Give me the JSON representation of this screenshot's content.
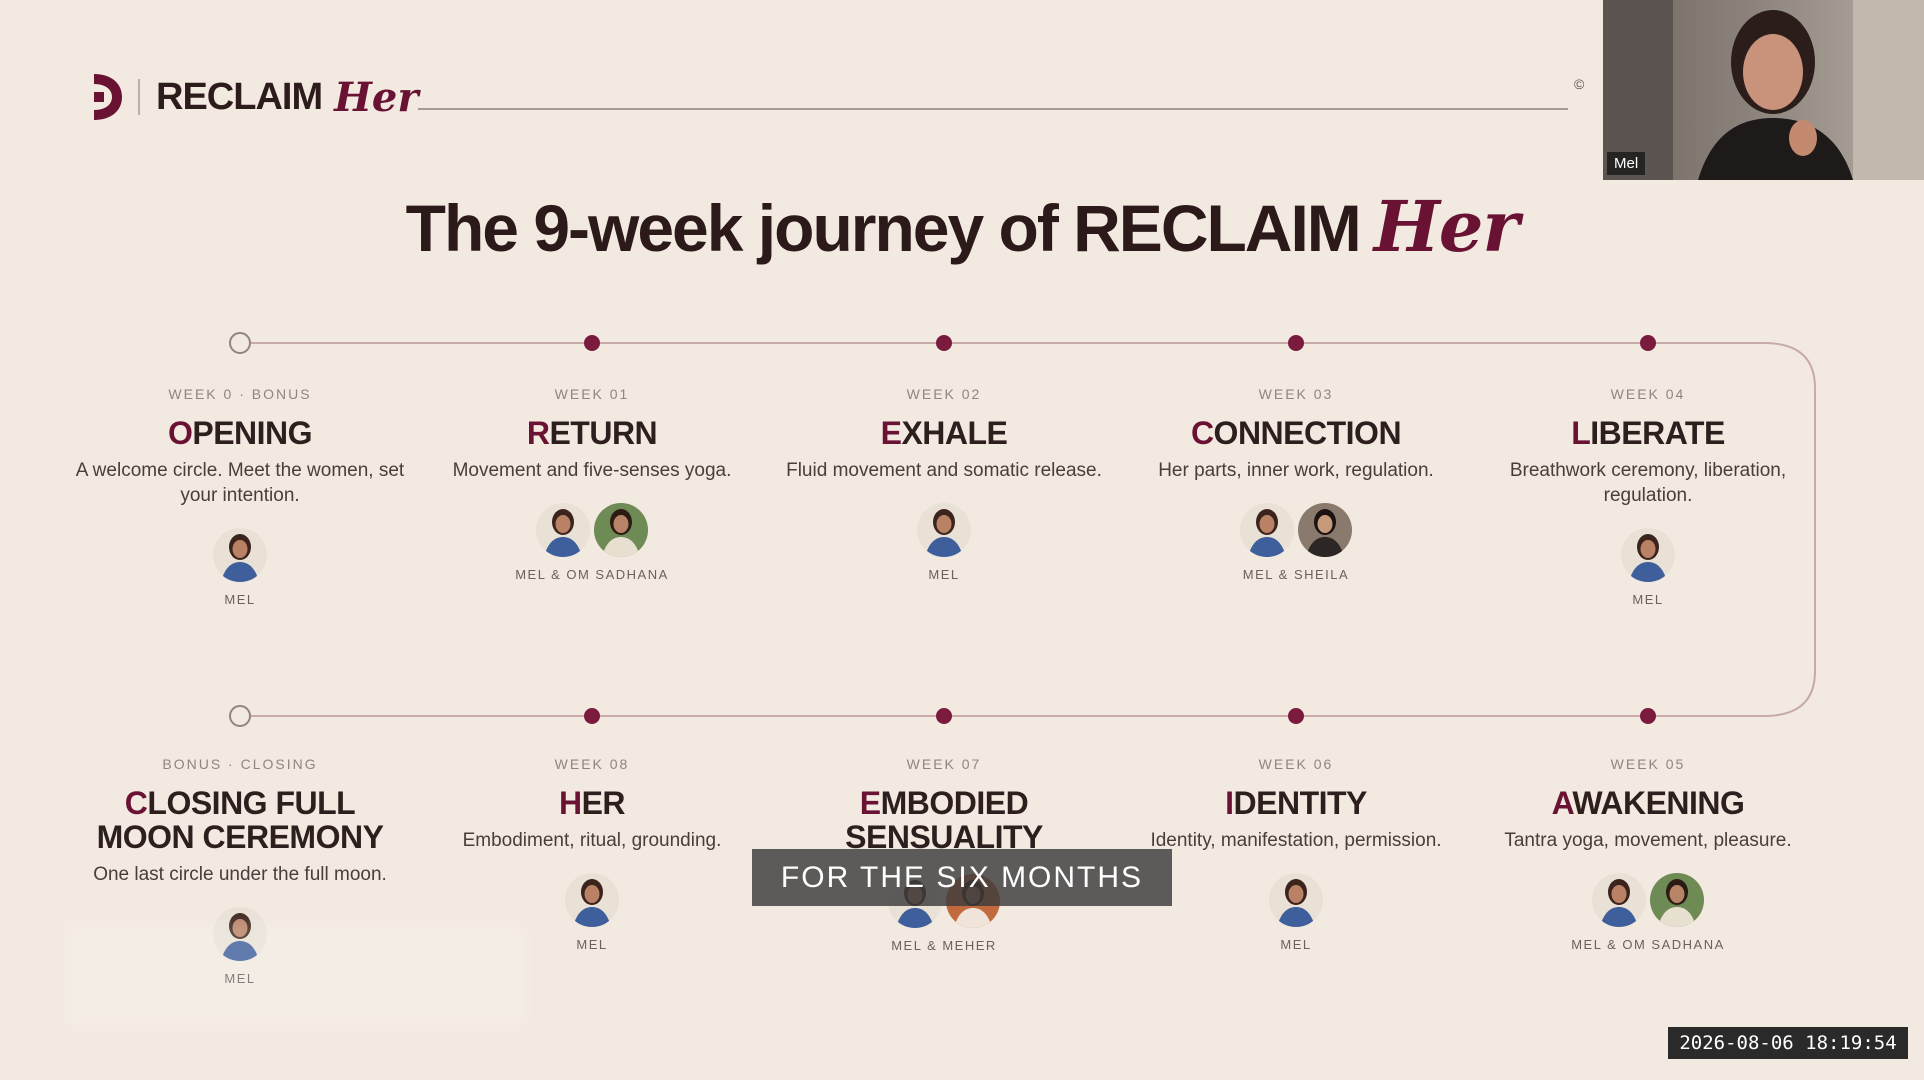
{
  "brand": {
    "name": "RECLAIM",
    "script": "Her",
    "copyright_symbol": "©",
    "accent_color": "#6a1233",
    "dot_color": "#7a1a3c",
    "background_color": "#f2e9e0"
  },
  "headline": {
    "text": "The 9-week journey of RECLAIM",
    "script": "Her"
  },
  "stages_top": [
    {
      "week": "WEEK 0 · BONUS",
      "first": "O",
      "rest": "PENING",
      "desc": "A welcome circle. Meet the women, set your intention.",
      "hosts": "MEL",
      "avatars": [
        "mel"
      ],
      "marker": "open"
    },
    {
      "week": "WEEK 01",
      "first": "R",
      "rest": "ETURN",
      "desc": "Movement and five-senses yoga.",
      "hosts": "MEL & OM SADHANA",
      "avatars": [
        "mel",
        "om-sadhana"
      ],
      "marker": "filled"
    },
    {
      "week": "WEEK 02",
      "first": "E",
      "rest": "XHALE",
      "desc": "Fluid movement and somatic release.",
      "hosts": "MEL",
      "avatars": [
        "mel"
      ],
      "marker": "filled"
    },
    {
      "week": "WEEK 03",
      "first": "C",
      "rest": "ONNECTION",
      "desc": "Her parts, inner work, regulation.",
      "hosts": "MEL & SHEILA",
      "avatars": [
        "mel",
        "sheila"
      ],
      "marker": "filled"
    },
    {
      "week": "WEEK 04",
      "first": "L",
      "rest": "IBERATE",
      "desc": "Breathwork ceremony, liberation, regulation.",
      "hosts": "MEL",
      "avatars": [
        "mel"
      ],
      "marker": "filled"
    }
  ],
  "stages_bottom": [
    {
      "week": "BONUS · CLOSING",
      "first": "C",
      "rest": "LOSING FULL MOON CEREMONY",
      "desc": "One last circle under the full moon.",
      "hosts": "MEL",
      "avatars": [
        "mel"
      ],
      "marker": "open"
    },
    {
      "week": "WEEK 08",
      "first": "H",
      "rest": "ER",
      "desc": "Embodiment, ritual, grounding.",
      "hosts": "MEL",
      "avatars": [
        "mel"
      ],
      "marker": "filled"
    },
    {
      "week": "WEEK 07",
      "first": "E",
      "rest": "MBODIED SENSUALITY",
      "desc": "",
      "hosts": "MEL & MEHER",
      "avatars": [
        "mel",
        "meher"
      ],
      "marker": "filled"
    },
    {
      "week": "WEEK 06",
      "first": "I",
      "rest": "DENTITY",
      "desc": "Identity, manifestation, permission.",
      "hosts": "MEL",
      "avatars": [
        "mel"
      ],
      "marker": "filled"
    },
    {
      "week": "WEEK 05",
      "first": "A",
      "rest": "WAKENING",
      "desc": "Tantra yoga, movement, pleasure.",
      "hosts": "MEL & OM SADHANA",
      "avatars": [
        "mel",
        "om-sadhana"
      ],
      "marker": "filled"
    }
  ],
  "caption": {
    "text": "FOR THE SIX MONTHS"
  },
  "webcam": {
    "participant_name": "Mel"
  },
  "timestamp": {
    "text": "2026-08-06 18:19:54"
  }
}
